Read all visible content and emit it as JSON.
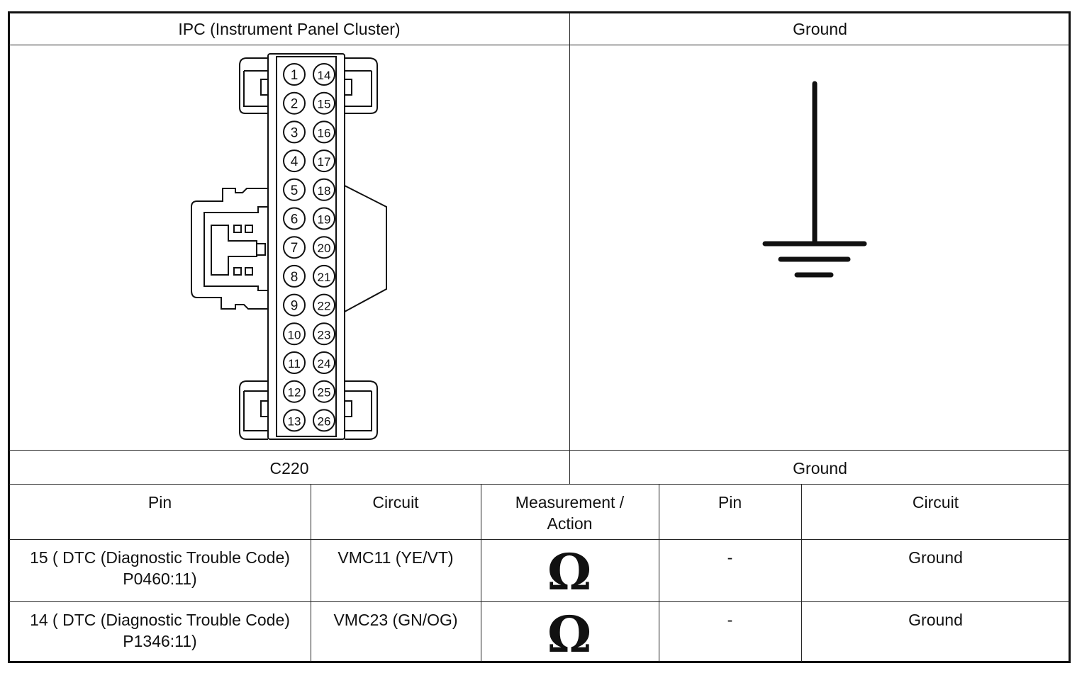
{
  "header": {
    "left_title": "IPC (Instrument Panel Cluster)",
    "right_title": "Ground"
  },
  "connector": {
    "name": "C220",
    "pins_left": [
      "1",
      "2",
      "3",
      "4",
      "5",
      "6",
      "7",
      "8",
      "9",
      "10",
      "11",
      "12",
      "13"
    ],
    "pins_right": [
      "14",
      "15",
      "16",
      "17",
      "18",
      "19",
      "20",
      "21",
      "22",
      "23",
      "24",
      "25",
      "26"
    ]
  },
  "ground_label": "Ground",
  "table": {
    "headers": [
      "Pin",
      "Circuit",
      "Measurement / Action",
      "Pin",
      "Circuit"
    ],
    "measurement_header_line1": "Measurement /",
    "measurement_header_line2": "Action",
    "rows": [
      {
        "pin_line1": "15 ( DTC (Diagnostic Trouble Code)",
        "pin_line2": "P0460:11)",
        "circuit": "VMC11 (YE/VT)",
        "measurement": "Ω",
        "pin2": "-",
        "circuit2": "Ground"
      },
      {
        "pin_line1": "14 ( DTC (Diagnostic Trouble Code)",
        "pin_line2": "P1346:11)",
        "circuit": "VMC23 (GN/OG)",
        "measurement": "Ω",
        "pin2": "-",
        "circuit2": "Ground"
      }
    ]
  }
}
